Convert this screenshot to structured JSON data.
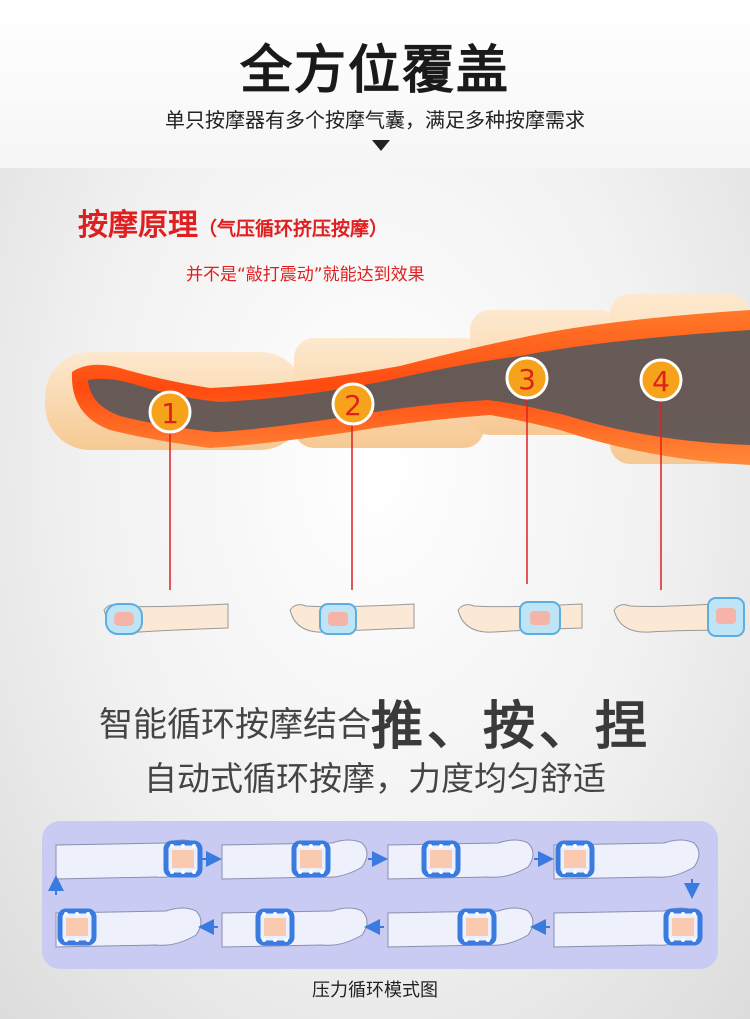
{
  "header": {
    "title": "全方位覆盖",
    "subtitle": "单只按摩器有多个按摩气囊，满足多种按摩需求"
  },
  "principle": {
    "heading": "按摩原理",
    "heading_paren": "（气压循环挤压按摩）",
    "note": "并不是“敲打震动”就能达到效果",
    "markers": [
      "1",
      "2",
      "3",
      "4"
    ]
  },
  "slogan": {
    "line1_prefix": "智能循环按摩结合",
    "line1_emphasis": "推、按、捏",
    "line2": "自动式循环按摩，力度均匀舒适"
  },
  "cycle": {
    "caption": "压力循环模式图"
  },
  "colors": {
    "accent_red": "#e02020",
    "marker_orange": "#f7a21b",
    "cycle_bg": "#c9cbf3",
    "cuff_blue": "#3a7be0"
  }
}
